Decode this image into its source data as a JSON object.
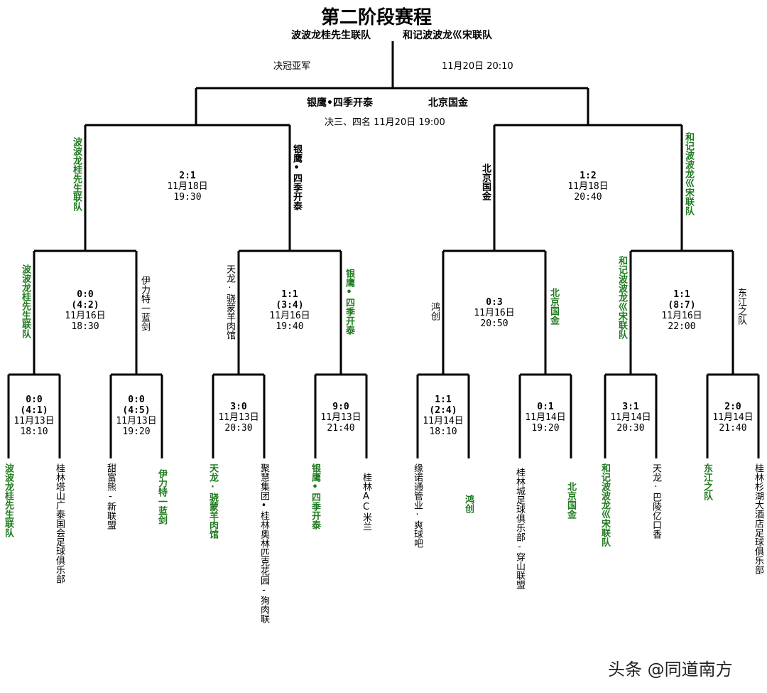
{
  "title": "第二阶段赛程",
  "final": {
    "team_left": "波波龙桂先生联队",
    "team_right": "和记波波龙巛宋联队",
    "label": "决冠亚军",
    "time": "11月20日 20:10"
  },
  "third_place": {
    "team_left": "银鹰•四季开泰",
    "team_right": "北京国金",
    "label": "决三、四名 11月20日 19:00"
  },
  "semis": [
    {
      "score": "2:1",
      "date": "11月18日",
      "time": "19:30",
      "left": "波波龙桂先生联队",
      "right": "银鹰•四季开泰"
    },
    {
      "score": "1:2",
      "date": "11月18日",
      "time": "20:40",
      "left": "北京国金",
      "right": "和记波波龙巛宋联队"
    }
  ],
  "quarters": [
    {
      "score": "0:0",
      "pen": "(4:2)",
      "date": "11月16日",
      "time": "18:30",
      "left": "波波龙桂先生联队",
      "right": "伊力特一蓝剑"
    },
    {
      "score": "1:1",
      "pen": "(3:4)",
      "date": "11月16日",
      "time": "19:40",
      "left": "天龙·骁蒙羊肉馆",
      "right": "银鹰•四季开泰"
    },
    {
      "score": "0:3",
      "pen": "",
      "date": "11月16日",
      "time": "20:50",
      "left": "鸿创",
      "right": "北京国金"
    },
    {
      "score": "1:1",
      "pen": "(8:7)",
      "date": "11月16日",
      "time": "22:00",
      "left": "和记波波龙巛宋联队",
      "right": "东江之队"
    }
  ],
  "round16": [
    {
      "score": "0:0",
      "pen": "(4:1)",
      "date": "11月13日",
      "time": "18:10",
      "left": "波波龙桂先生联队",
      "right": "桂林塔山广泰国会足球俱乐部"
    },
    {
      "score": "0:0",
      "pen": "(4:5)",
      "date": "11月13日",
      "time": "19:20",
      "left": "甜富熊-新联盟",
      "right": "伊力特一蓝剑"
    },
    {
      "score": "3:0",
      "pen": "",
      "date": "11月13日",
      "time": "20:30",
      "left": "天龙·骁蒙羊肉馆",
      "right": "聚慧集团•桂林奥林匹克花园-狗肉联"
    },
    {
      "score": "9:0",
      "pen": "",
      "date": "11月13日",
      "time": "21:40",
      "left": "银鹰•四季开泰",
      "right": "桂林AC米兰"
    },
    {
      "score": "1:1",
      "pen": "(2:4)",
      "date": "11月14日",
      "time": "18:10",
      "left": "缘诺通管业·爽球吧",
      "right": "鸿创"
    },
    {
      "score": "0:1",
      "pen": "",
      "date": "11月14日",
      "time": "19:20",
      "left": "桂林城足球俱乐部-穿山联盟",
      "right": "北京国金"
    },
    {
      "score": "3:1",
      "pen": "",
      "date": "11月14日",
      "time": "20:30",
      "left": "和记波波龙巛宋联队",
      "right": "天龙·巴陵亿口香"
    },
    {
      "score": "2:0",
      "pen": "",
      "date": "11月14日",
      "time": "21:40",
      "left": "东江之队",
      "right": "桂林杉湖大酒店足球俱乐部"
    }
  ],
  "watermark": "头条 @同道南方",
  "colors": {
    "winner": "#1f7a1f",
    "line": "#000000",
    "background": "#ffffff"
  }
}
